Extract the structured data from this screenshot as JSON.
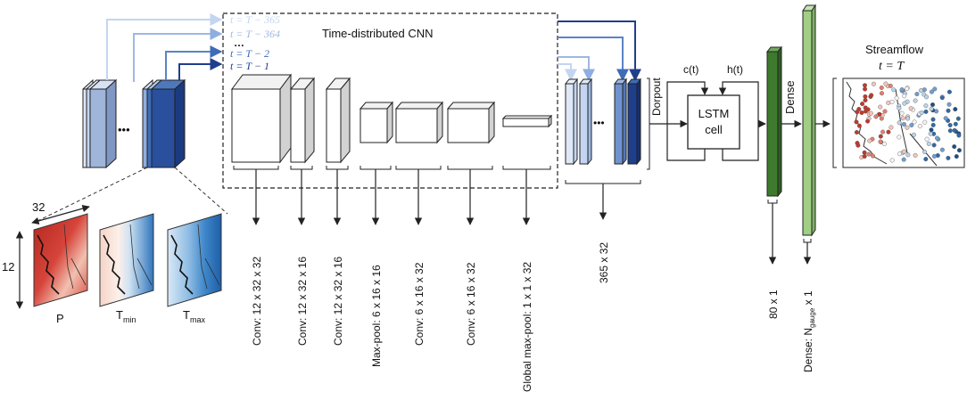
{
  "cnn": {
    "title": "Time-distributed CNN",
    "time_labels": [
      "t = T − 365",
      "t = T − 364",
      "…",
      "t = T − 2",
      "t = T − 1"
    ],
    "layers": [
      "Conv: 12 x 32 x 32",
      "Conv: 12 x 32 x 16",
      "Conv: 12 x 32 x 16",
      "Max-pool: 6 x 16 x 16",
      "Conv: 6 x 16 x 32",
      "Conv: 6 x 16 x 32",
      "Global max-pool: 1 x 1 x 32"
    ]
  },
  "input": {
    "width_label": "32",
    "height_label": "12",
    "ellipsis": "•••",
    "maps": [
      {
        "label": "P",
        "sub": ""
      },
      {
        "label": "T",
        "sub": "min"
      },
      {
        "label": "T",
        "sub": "max"
      }
    ]
  },
  "sequence": {
    "shape_label": "365 x 32",
    "ellipsis": "•••"
  },
  "dropout_label": "Dorpout",
  "lstm": {
    "line1": "LSTM",
    "line2": "cell",
    "c_label": "c(t)",
    "h_label": "h(t)",
    "out_label": "80 x 1"
  },
  "dense": {
    "label": "Dense",
    "out_prefix": "Dense: N",
    "out_sub": "gauge",
    "out_suffix": " x 1"
  },
  "output": {
    "title": "Streamflow",
    "subtitle": "t = T"
  },
  "colors": {
    "blue_dark": "#1f3f8c",
    "blue_mid": "#3f6cb7",
    "blue_light": "#8faee0",
    "blue_pale": "#c3d5f0",
    "green_dark": "#3d7a2e",
    "green_light": "#9fce84"
  }
}
